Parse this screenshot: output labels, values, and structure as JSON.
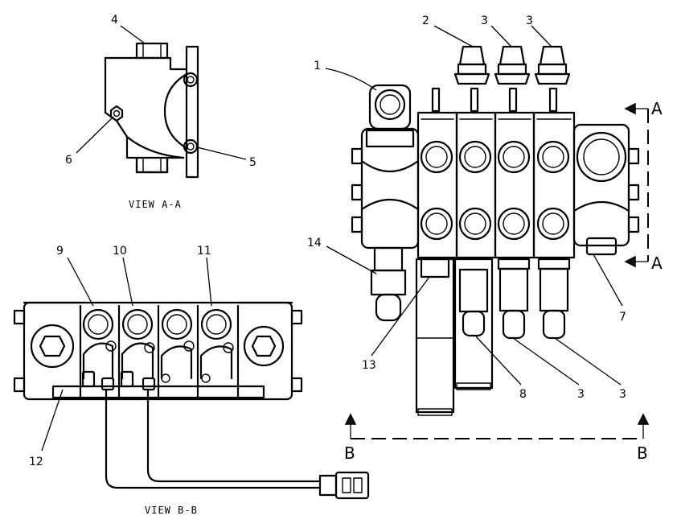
{
  "views": {
    "aa": "VIEW A-A",
    "bb": "VIEW B-B"
  },
  "section_markers": {
    "a_top": "A",
    "a_bottom": "A",
    "b_left": "B",
    "b_right": "B"
  },
  "callouts": {
    "c1": "1",
    "c2": "2",
    "c3_top_a": "3",
    "c3_top_b": "3",
    "c4": "4",
    "c5": "5",
    "c6": "6",
    "c7": "7",
    "c8": "8",
    "c3_bottom_a": "3",
    "c3_bottom_b": "3",
    "c9": "9",
    "c10": "10",
    "c11": "11",
    "c12": "12",
    "c13": "13",
    "c14": "14"
  }
}
